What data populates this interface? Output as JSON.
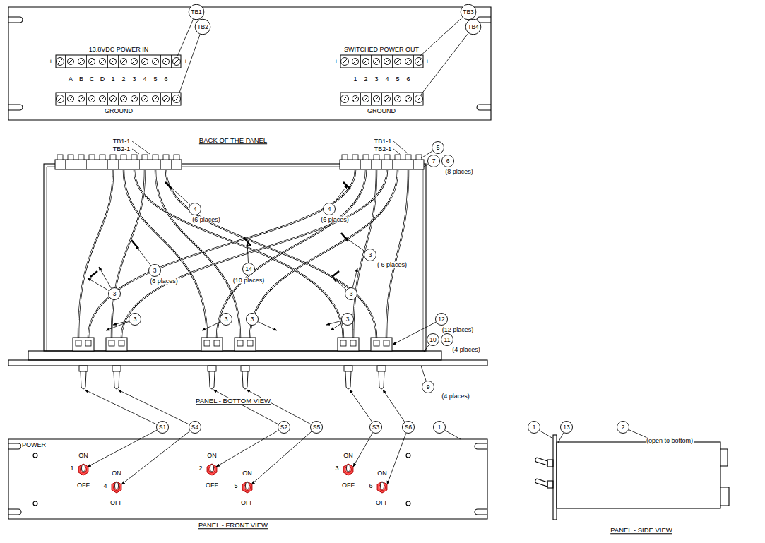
{
  "diagram": {
    "labels": [
      "TB1",
      "TB2",
      "TB3",
      "TB4",
      "13.8VDC POWER IN",
      "+",
      "+",
      "A",
      "B",
      "C",
      "D",
      "1",
      "2",
      "3",
      "4",
      "5",
      "6",
      "GROUND",
      "SWITCHED POWER OUT",
      "+",
      "+",
      "1",
      "2",
      "3",
      "4",
      "5",
      "6",
      "GROUND",
      "BACK OF THE PANEL",
      "TB1-1",
      "TB2-1",
      "TB1-1",
      "TB2-1",
      "5",
      "7",
      "6",
      "(8 places)",
      "4",
      "(6 places)",
      "4",
      "(6 places)",
      "3",
      "( 6 places)",
      "3",
      "(6 places)",
      "14",
      "(10 places)",
      "3",
      "3",
      "3",
      "3",
      "3",
      "3",
      "12",
      "(12 places)",
      "10",
      "11",
      "(4 places)",
      "9",
      "(4 places)",
      "PANEL - BOTTOM VIEW",
      "S1",
      "S4",
      "S2",
      "S5",
      "S3",
      "S6",
      "1",
      "POWER",
      "ON",
      "1",
      "OFF",
      "ON",
      "4",
      "OFF",
      "ON",
      "2",
      "OFF",
      "ON",
      "5",
      "OFF",
      "ON",
      "3",
      "OFF",
      "ON",
      "6",
      "OFF",
      "PANEL - FRONT VIEW",
      "1",
      "13",
      "2",
      "(open to bottom)",
      "PANEL - SIDE VIEW"
    ]
  }
}
